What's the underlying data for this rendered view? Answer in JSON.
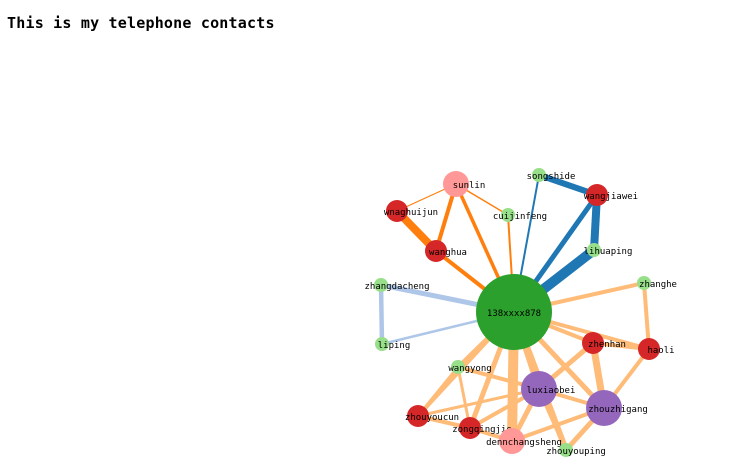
{
  "page": {
    "title": "This is my telephone contacts"
  },
  "graph": {
    "colors": {
      "dark_green": "#2ca02c",
      "light_green": "#98df8a",
      "red": "#d62728",
      "pink": "#ff9896",
      "purple": "#9467bd",
      "blue": "#1f77b4",
      "light_blue": "#aec7e8",
      "orange": "#ff7f0e",
      "light_orange": "#ffbb78"
    },
    "nodes": [
      {
        "id": "138xxxx878",
        "label": "138xxxx878",
        "color": "dark_green",
        "size": "hub"
      },
      {
        "id": "sunlin",
        "label": "sunlin",
        "color": "pink",
        "size": "medium"
      },
      {
        "id": "wnaghuijun",
        "label": "wnaghuijun",
        "color": "red",
        "size": "small"
      },
      {
        "id": "wanghua",
        "label": "wanghua",
        "color": "red",
        "size": "small"
      },
      {
        "id": "cuijinfeng",
        "label": "cuijinfeng",
        "color": "light_green",
        "size": "tiny"
      },
      {
        "id": "songshide",
        "label": "songshide",
        "color": "light_green",
        "size": "tiny"
      },
      {
        "id": "wangjiawei",
        "label": "wangjiawei",
        "color": "red",
        "size": "small"
      },
      {
        "id": "lihuaping",
        "label": "lihuaping",
        "color": "light_green",
        "size": "tiny"
      },
      {
        "id": "zhangdacheng",
        "label": "zhangdacheng",
        "color": "light_green",
        "size": "tiny"
      },
      {
        "id": "liping",
        "label": "liping",
        "color": "light_green",
        "size": "tiny"
      },
      {
        "id": "zhanghe",
        "label": "zhanghe",
        "color": "light_green",
        "size": "tiny"
      },
      {
        "id": "zhenhan",
        "label": "zhenhan",
        "color": "red",
        "size": "small"
      },
      {
        "id": "haoli",
        "label": "haoli",
        "color": "red",
        "size": "small"
      },
      {
        "id": "wangyong",
        "label": "wangyong",
        "color": "light_green",
        "size": "tiny"
      },
      {
        "id": "luxiaobei",
        "label": "luxiaobei",
        "color": "purple",
        "size": "large"
      },
      {
        "id": "zhouzhigang",
        "label": "zhouzhigang",
        "color": "purple",
        "size": "large"
      },
      {
        "id": "zhouyoucun",
        "label": "zhouyoucun",
        "color": "red",
        "size": "small"
      },
      {
        "id": "zongqingjie",
        "label": "zongqingjie",
        "color": "red",
        "size": "small"
      },
      {
        "id": "dennchangsheng",
        "label": "dennchangsheng",
        "color": "pink",
        "size": "medium"
      },
      {
        "id": "zhouyouping",
        "label": "zhouyouping",
        "color": "light_green",
        "size": "tiny"
      }
    ],
    "links": [
      {
        "source": "138xxxx878",
        "target": "lihuaping",
        "color": "blue",
        "weight": 10
      },
      {
        "source": "138xxxx878",
        "target": "wangjiawei",
        "color": "blue",
        "weight": 5
      },
      {
        "source": "138xxxx878",
        "target": "songshide",
        "color": "blue",
        "weight": 2
      },
      {
        "source": "wangjiawei",
        "target": "lihuaping",
        "color": "blue",
        "weight": 8
      },
      {
        "source": "songshide",
        "target": "wangjiawei",
        "color": "blue",
        "weight": 6
      },
      {
        "source": "138xxxx878",
        "target": "zhangdacheng",
        "color": "light_blue",
        "weight": 5
      },
      {
        "source": "138xxxx878",
        "target": "liping",
        "color": "light_blue",
        "weight": 2.5
      },
      {
        "source": "zhangdacheng",
        "target": "liping",
        "color": "light_blue",
        "weight": 4.5
      },
      {
        "source": "138xxxx878",
        "target": "sunlin",
        "color": "orange",
        "weight": 3.5
      },
      {
        "source": "138xxxx878",
        "target": "wanghua",
        "color": "orange",
        "weight": 4
      },
      {
        "source": "138xxxx878",
        "target": "cuijinfeng",
        "color": "orange",
        "weight": 2
      },
      {
        "source": "wnaghuijun",
        "target": "wanghua",
        "color": "orange",
        "weight": 8
      },
      {
        "source": "wnaghuijun",
        "target": "sunlin",
        "color": "orange",
        "weight": 1.2
      },
      {
        "source": "sunlin",
        "target": "wanghua",
        "color": "orange",
        "weight": 4
      },
      {
        "source": "sunlin",
        "target": "cuijinfeng",
        "color": "orange",
        "weight": 1.5
      },
      {
        "source": "138xxxx878",
        "target": "zhanghe",
        "color": "light_orange",
        "weight": 4
      },
      {
        "source": "138xxxx878",
        "target": "haoli",
        "color": "light_orange",
        "weight": 4
      },
      {
        "source": "138xxxx878",
        "target": "zhenhan",
        "color": "light_orange",
        "weight": 4
      },
      {
        "source": "138xxxx878",
        "target": "wangyong",
        "color": "light_orange",
        "weight": 4
      },
      {
        "source": "138xxxx878",
        "target": "luxiaobei",
        "color": "light_orange",
        "weight": 6
      },
      {
        "source": "138xxxx878",
        "target": "zhouzhigang",
        "color": "light_orange",
        "weight": 5
      },
      {
        "source": "138xxxx878",
        "target": "zhouyoucun",
        "color": "light_orange",
        "weight": 4
      },
      {
        "source": "138xxxx878",
        "target": "zongqingjie",
        "color": "light_orange",
        "weight": 5
      },
      {
        "source": "138xxxx878",
        "target": "dennchangsheng",
        "color": "light_orange",
        "weight": 10
      },
      {
        "source": "138xxxx878",
        "target": "zhouyouping",
        "color": "light_orange",
        "weight": 6
      },
      {
        "source": "zhanghe",
        "target": "haoli",
        "color": "light_orange",
        "weight": 4
      },
      {
        "source": "zhenhan",
        "target": "haoli",
        "color": "light_orange",
        "weight": 4
      },
      {
        "source": "zhenhan",
        "target": "zhouzhigang",
        "color": "light_orange",
        "weight": 7
      },
      {
        "source": "zhenhan",
        "target": "luxiaobei",
        "color": "light_orange",
        "weight": 5
      },
      {
        "source": "haoli",
        "target": "zhouzhigang",
        "color": "light_orange",
        "weight": 4
      },
      {
        "source": "luxiaobei",
        "target": "zhouzhigang",
        "color": "light_orange",
        "weight": 4
      },
      {
        "source": "luxiaobei",
        "target": "zongqingjie",
        "color": "light_orange",
        "weight": 4
      },
      {
        "source": "luxiaobei",
        "target": "dennchangsheng",
        "color": "light_orange",
        "weight": 5
      },
      {
        "source": "luxiaobei",
        "target": "zhouyouping",
        "color": "light_orange",
        "weight": 4
      },
      {
        "source": "luxiaobei",
        "target": "wangyong",
        "color": "light_orange",
        "weight": 4
      },
      {
        "source": "zhouzhigang",
        "target": "zhouyouping",
        "color": "light_orange",
        "weight": 5
      },
      {
        "source": "zhouzhigang",
        "target": "dennchangsheng",
        "color": "light_orange",
        "weight": 4
      },
      {
        "source": "zhouyoucun",
        "target": "zongqingjie",
        "color": "light_orange",
        "weight": 4
      },
      {
        "source": "zongqingjie",
        "target": "dennchangsheng",
        "color": "light_orange",
        "weight": 4
      },
      {
        "source": "wangyong",
        "target": "zongqingjie",
        "color": "light_orange",
        "weight": 3
      },
      {
        "source": "wangyong",
        "target": "zhouyoucun",
        "color": "light_orange",
        "weight": 3
      },
      {
        "source": "luxiaobei",
        "target": "zhouyoucun",
        "color": "light_orange",
        "weight": 3
      }
    ]
  }
}
